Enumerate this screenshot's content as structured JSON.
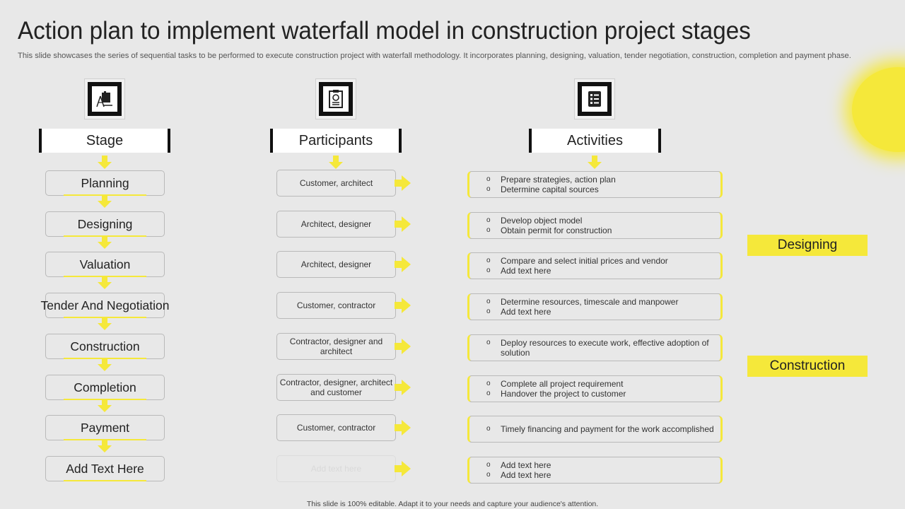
{
  "title": "Action plan to implement waterfall model in construction project stages",
  "subtitle": "This slide showcases the series of sequential tasks to be performed to execute construction project with waterfall methodology. It incorporates planning, designing, valuation, tender negotiation, construction, completion and payment phase.",
  "headers": {
    "stage": "Stage",
    "participants": "Participants",
    "activities": "Activities"
  },
  "icons": {
    "stage": "architect-drawing-icon",
    "participants": "id-badge-icon",
    "activities": "checklist-icon"
  },
  "rows": [
    {
      "stage": "Planning",
      "participants": "Customer, architect",
      "activities": [
        "Prepare strategies, action plan",
        "Determine capital sources"
      ]
    },
    {
      "stage": "Designing",
      "participants": "Architect, designer",
      "activities": [
        "Develop object model",
        "Obtain permit for construction"
      ]
    },
    {
      "stage": "Valuation",
      "participants": "Architect, designer",
      "activities": [
        "Compare and select initial prices and vendor",
        "Add text here"
      ]
    },
    {
      "stage": "Tender And Negotiation",
      "participants": "Customer, contractor",
      "activities": [
        "Determine resources, timescale and manpower",
        "Add text here"
      ]
    },
    {
      "stage": "Construction",
      "participants": "Contractor, designer and architect",
      "activities": [
        "Deploy resources to execute work, effective adoption of solution"
      ]
    },
    {
      "stage": "Completion",
      "participants": "Contractor, designer, architect and customer",
      "activities": [
        "Complete all project requirement",
        "Handover the project to customer"
      ]
    },
    {
      "stage": "Payment",
      "participants": "Customer, contractor",
      "activities": [
        "Timely financing and payment for the work accomplished"
      ]
    },
    {
      "stage": "Add Text Here",
      "participants": "Add text here",
      "activities": [
        "Add text here",
        "Add text here"
      ]
    }
  ],
  "bullet_symbol": "o",
  "phase_labels": [
    "Designing",
    "Construction"
  ],
  "footer": "This slide is 100% editable. Adapt it to your needs and capture your audience's attention.",
  "colors": {
    "accent": "#f5e83a",
    "background": "#e8e8e8",
    "dark": "#111111"
  }
}
